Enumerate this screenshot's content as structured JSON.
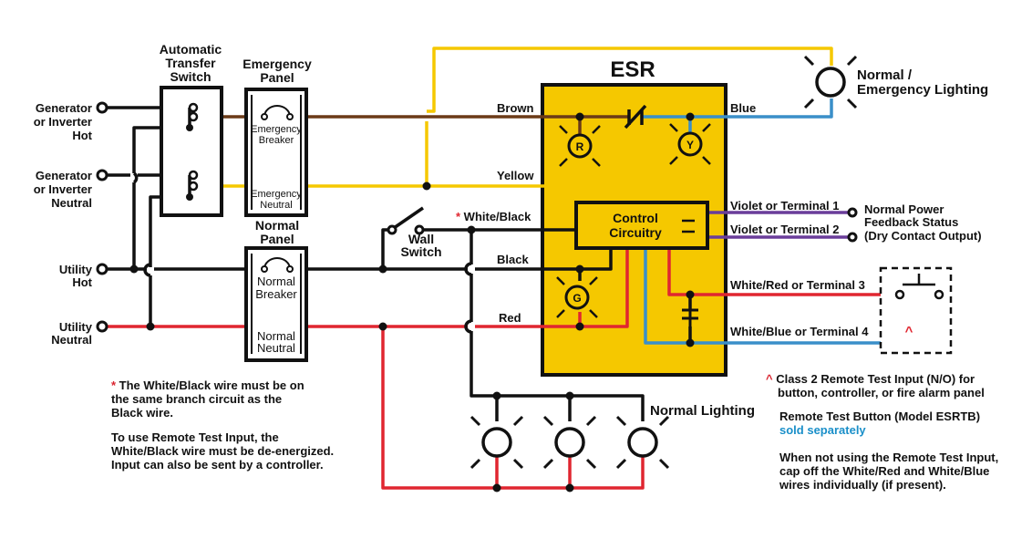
{
  "colors": {
    "yellow": "#f5c800",
    "brown": "#6b3a17",
    "blue": "#3a8fc9",
    "violet": "#6a3d9a",
    "red": "#e02630",
    "black": "#111111",
    "note_blue": "#1a8fc9"
  },
  "labels": {
    "ats": [
      "Automatic",
      "Transfer",
      "Switch"
    ],
    "emergency_panel": [
      "Emergency",
      "Panel"
    ],
    "normal_panel": [
      "Normal",
      "Panel"
    ],
    "emergency_breaker": [
      "Emergency",
      "Breaker"
    ],
    "emergency_neutral": [
      "Emergency",
      "Neutral"
    ],
    "normal_breaker": [
      "Normal",
      "Breaker"
    ],
    "normal_neutral": [
      "Normal",
      "Neutral"
    ],
    "gen_hot": [
      "Generator",
      "or Inverter",
      "Hot"
    ],
    "gen_neutral": [
      "Generator",
      "or Inverter",
      "Neutral"
    ],
    "utility_hot": [
      "Utility",
      "Hot"
    ],
    "utility_neutral": [
      "Utility",
      "Neutral"
    ],
    "esr": "ESR",
    "control": [
      "Control",
      "Circuitry"
    ],
    "wall_switch": [
      "Wall",
      "Switch"
    ],
    "normal_emergency_lighting": [
      "Normal /",
      "Emergency Lighting"
    ],
    "normal_lighting": "Normal Lighting",
    "feedback": [
      "Normal Power",
      "Feedback Status",
      "(Dry Contact Output)"
    ],
    "lamp_r": "R",
    "lamp_y": "Y",
    "lamp_g": "G",
    "caret": "^"
  },
  "wires": {
    "brown": "Brown",
    "blue": "Blue",
    "yellow": "Yellow",
    "white_black_star": "* ",
    "white_black": "White/Black",
    "black": "Black",
    "red": "Red",
    "violet1": "Violet or Terminal 1",
    "violet2": "Violet or Terminal 2",
    "white_red": "White/Red or Terminal 3",
    "white_blue": "White/Blue or Terminal 4"
  },
  "notes": {
    "star": "* ",
    "white_black_note": [
      "The White/Black wire must be on",
      "the same branch circuit as the",
      "Black wire."
    ],
    "remote_note": [
      "To use Remote Test Input, the",
      "White/Black wire must be de-energized.",
      "Input can also be sent by a controller."
    ],
    "caret": "^ ",
    "class2": [
      "Class 2 Remote Test Input (N/O) for",
      "button, controller, or fire alarm panel"
    ],
    "button_model": "Remote Test Button (Model ESRTB)",
    "sold_separately": "sold separately",
    "cap_note": [
      "When not using the Remote Test Input,",
      "cap off the White/Red and White/Blue",
      "wires individually (if present)."
    ]
  }
}
